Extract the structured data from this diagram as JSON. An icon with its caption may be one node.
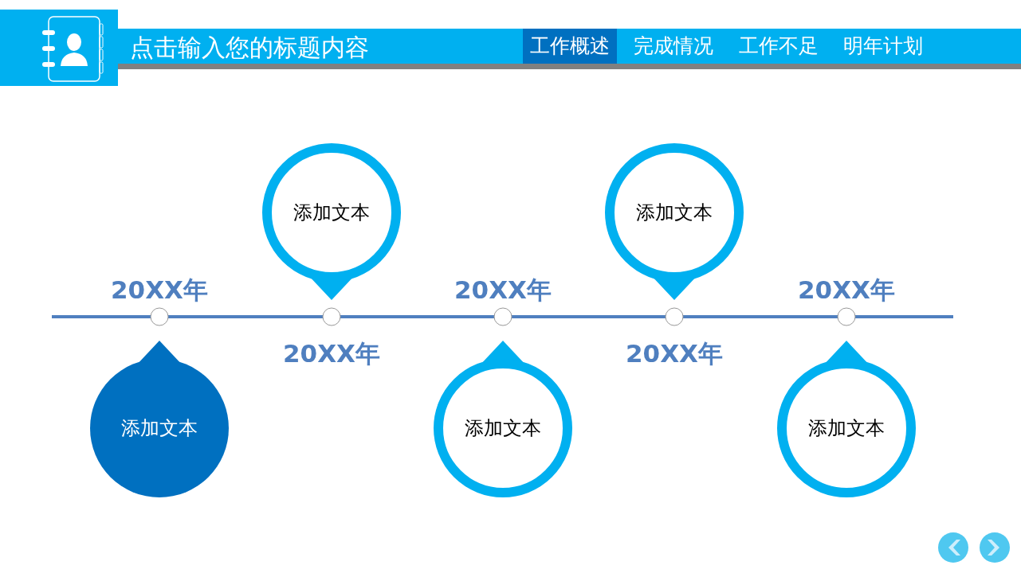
{
  "diagram": {
    "title": "点击输入您的标题内容",
    "nodes": [
      {
        "text": [
          "添加文本"
        ],
        "beside": [
          "20XX年"
        ]
      },
      {
        "text": [
          "添加文本"
        ],
        "beside": [
          "20XX年"
        ]
      },
      {
        "text": [
          "添加文本"
        ],
        "beside": [
          "20XX年"
        ]
      },
      {
        "text": [
          "添加文本"
        ],
        "beside": [
          "20XX年"
        ]
      },
      {
        "text": [
          "添加文本"
        ],
        "beside": [
          "20XX年"
        ]
      }
    ],
    "labels": [
      "工作概述",
      "完成情况",
      "工作不足",
      "明年计划"
    ]
  }
}
